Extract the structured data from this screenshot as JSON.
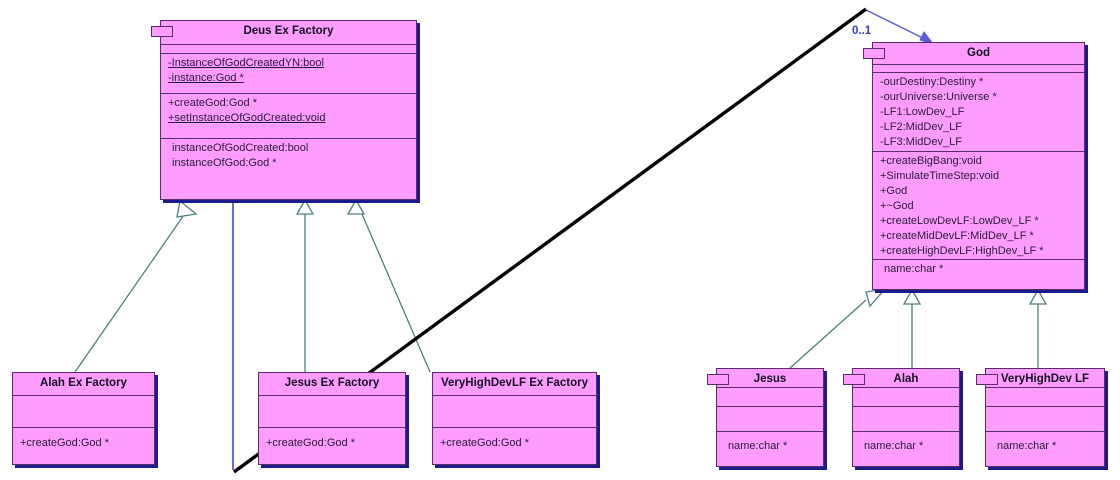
{
  "diagram": {
    "kind": "uml-class-diagram",
    "background": "#ffffff",
    "class_fill": "#ff9cff",
    "class_border": "#5b2a6b",
    "class_shadow": "#1b1b8c",
    "inheritance_line_color": "#4f7f7f",
    "association_line_color": "#5b5bdd",
    "annotation_line_color": "#000000"
  },
  "classes": {
    "deus_ex_factory": {
      "name": "Deus Ex Factory",
      "attributes": [
        "-InstanceOfGodCreatedYN:bool",
        "-instance:God *"
      ],
      "operations": [
        "+createGod:God *",
        "+setInstanceOfGodCreated:void"
      ],
      "extras": [
        "instanceOfGodCreated:bool",
        "instanceOfGod:God *"
      ]
    },
    "god": {
      "name": "God",
      "attributes": [
        "-ourDestiny:Destiny *",
        "-ourUniverse:Universe *",
        "-LF1:LowDev_LF",
        "-LF2:MidDev_LF",
        "-LF3:MidDev_LF"
      ],
      "operations": [
        "+createBigBang:void",
        "+SimulateTimeStep:void",
        "+God",
        "+~God",
        "+createLowDevLF:LowDev_LF *",
        "+createMidDevLF:MidDev_LF *",
        "+createHighDevLF:HighDev_LF *"
      ],
      "extras": [
        "name:char *"
      ]
    },
    "alah_ex_factory": {
      "name": "Alah Ex Factory",
      "operations": [
        "+createGod:God *"
      ]
    },
    "jesus_ex_factory": {
      "name": "Jesus Ex Factory",
      "operations": [
        "+createGod:God *"
      ]
    },
    "veryhighdevlf_ex_factory": {
      "name": "VeryHighDevLF Ex Factory",
      "operations": [
        "+createGod:God *"
      ]
    },
    "jesus": {
      "name": "Jesus",
      "extras": [
        "name:char *"
      ]
    },
    "alah": {
      "name": "Alah",
      "extras": [
        "name:char *"
      ]
    },
    "veryhighdev_lf": {
      "name": "VeryHighDev LF",
      "extras": [
        "name:char *"
      ]
    }
  },
  "relations": {
    "association_multiplicity": "0..1"
  }
}
